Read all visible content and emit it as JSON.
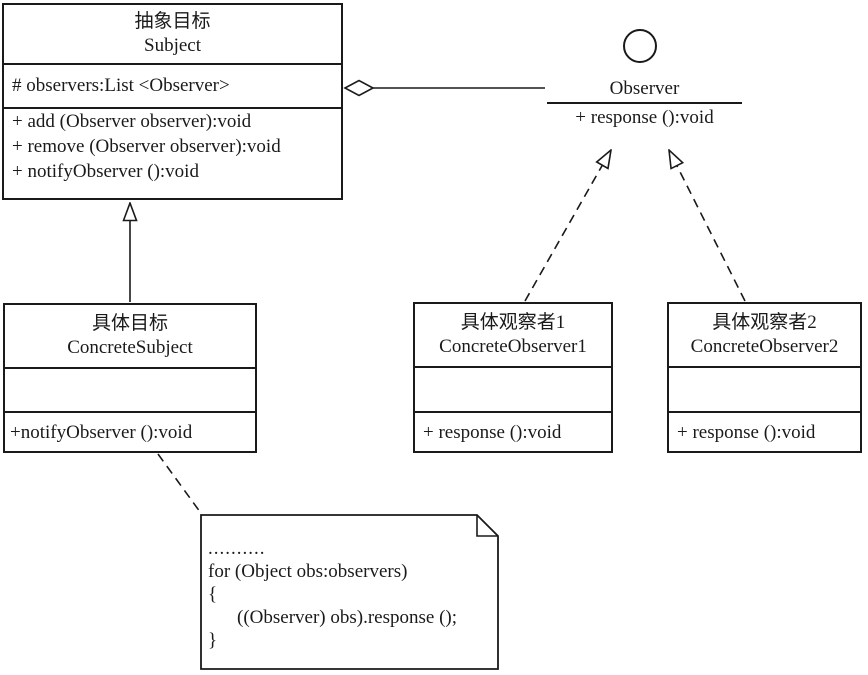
{
  "diagram": {
    "background_color": "#ffffff",
    "line_color": "#1a1a1a"
  },
  "classes": {
    "subject": {
      "name_cn": "抽象目标",
      "name_en": "Subject",
      "attributes": [
        "# observers:List <Observer>"
      ],
      "methods": [
        "+ add (Observer observer):void",
        "+ remove (Observer observer):void",
        "+ notifyObserver ():void"
      ]
    },
    "concrete_subject": {
      "name_cn": "具体目标",
      "name_en": "ConcreteSubject",
      "attributes": [],
      "methods": [
        "+notifyObserver ():void"
      ]
    },
    "concrete_observer1": {
      "name_cn": "具体观察者1",
      "name_en": "ConcreteObserver1",
      "attributes": [],
      "methods": [
        "+ response ():void"
      ]
    },
    "concrete_observer2": {
      "name_cn": "具体观察者2",
      "name_en": "ConcreteObserver2",
      "attributes": [],
      "methods": [
        "+ response ():void"
      ]
    }
  },
  "lollipop_interface": {
    "name": "Observer",
    "method": "+ response ():void"
  },
  "note": {
    "lines": [
      "..........",
      "for (Object obs:observers)",
      "{",
      "((Observer) obs).response ();",
      "}"
    ]
  }
}
